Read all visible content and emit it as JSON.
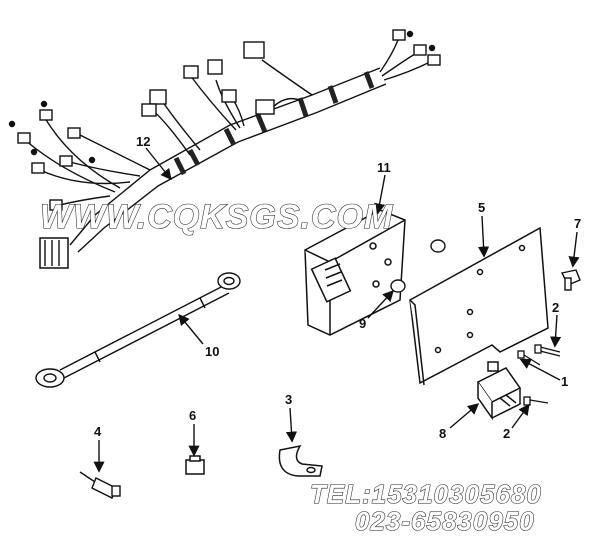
{
  "callouts": {
    "n1": "1",
    "n2a": "2",
    "n2b": "2",
    "n3": "3",
    "n4": "4",
    "n5": "5",
    "n6": "6",
    "n7": "7",
    "n8": "8",
    "n9": "9",
    "n10": "10",
    "n11": "11",
    "n12": "12"
  },
  "watermark": {
    "url": "WWW.CQKSGS.COM",
    "tel": "TEL:15310305680",
    "phone": "023-65830950"
  },
  "parts": {
    "p1": "screw-icon",
    "p2": "bolt-icon",
    "p3": "p-clamp-icon",
    "p4": "temperature-sensor-icon",
    "p5": "mounting-bracket-icon",
    "p6": "connector-plug-icon",
    "p7": "hex-bolt-icon",
    "p8": "relay-switch-icon",
    "p9": "spacer-icon",
    "p10": "ground-strap-icon",
    "p11": "ecm-module-icon",
    "p12": "wiring-harness-icon"
  }
}
